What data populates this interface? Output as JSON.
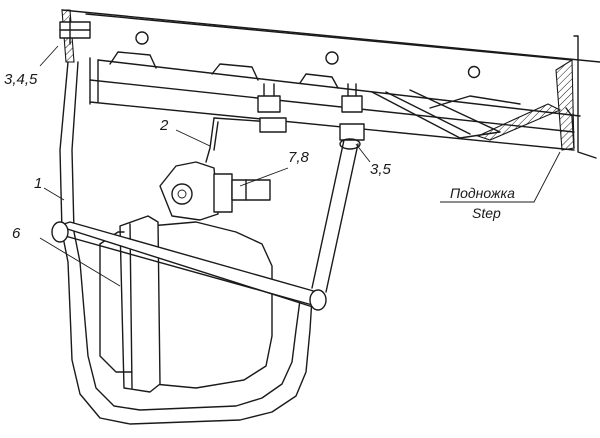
{
  "callouts": {
    "c1": "1",
    "c2": "2",
    "c6": "6",
    "c78": "7,8",
    "c345": "3,4,5",
    "c35": "3,5"
  },
  "step_label": {
    "ru": "Подножка",
    "en": "Step"
  }
}
